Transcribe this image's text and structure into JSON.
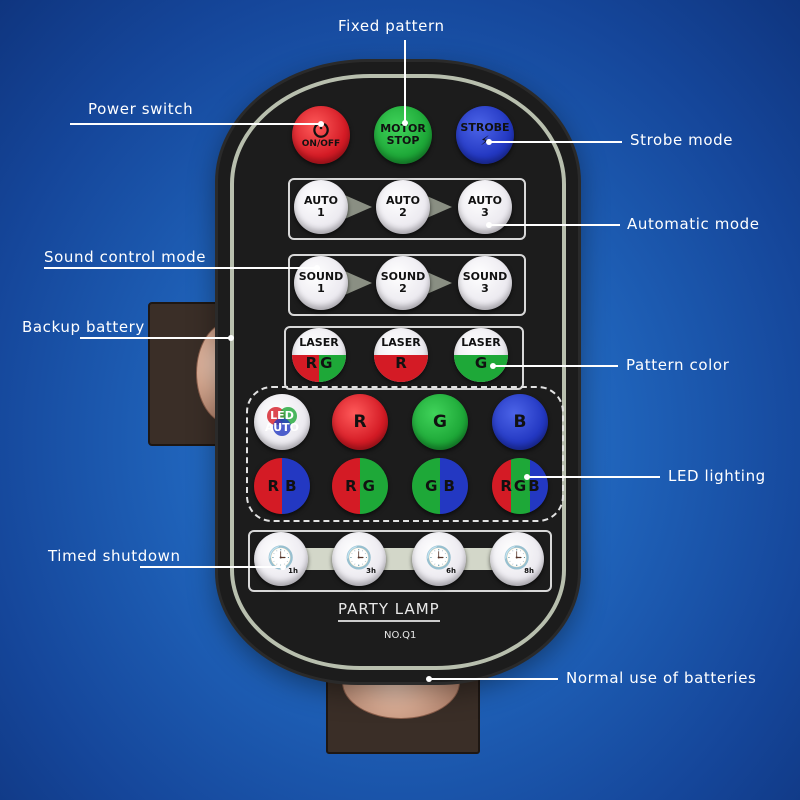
{
  "callouts": {
    "fixed_pattern": "Fixed pattern",
    "power_switch": "Power switch",
    "strobe_mode": "Strobe mode",
    "automatic_mode": "Automatic mode",
    "sound_control_mode": "Sound control mode",
    "backup_battery": "Backup battery",
    "pattern_color": "Pattern color",
    "led_lighting": "LED lighting",
    "timed_shutdown": "Timed shutdown",
    "normal_batteries": "Normal use of batteries"
  },
  "buttons": {
    "power": {
      "label": "ON/OFF",
      "icon": "power-icon"
    },
    "motor_stop": {
      "line1": "MOTOR",
      "line2": "STOP"
    },
    "strobe": {
      "label": "STROBE",
      "icon": "lightning-icon"
    },
    "auto": [
      {
        "line1": "AUTO",
        "line2": "1"
      },
      {
        "line1": "AUTO",
        "line2": "2"
      },
      {
        "line1": "AUTO",
        "line2": "3"
      }
    ],
    "sound": [
      {
        "line1": "SOUND",
        "line2": "1"
      },
      {
        "line1": "SOUND",
        "line2": "2"
      },
      {
        "line1": "SOUND",
        "line2": "3"
      }
    ],
    "laser": [
      {
        "top": "LASER",
        "a": "R",
        "b": "G"
      },
      {
        "top": "LASER",
        "a": "R"
      },
      {
        "top": "LASER",
        "a": "G"
      }
    ],
    "led_auto": {
      "line1": "LED",
      "line2": "AUTO"
    },
    "led_single": [
      "R",
      "G",
      "B"
    ],
    "led_dual": [
      {
        "a": "R",
        "b": "B"
      },
      {
        "a": "R",
        "b": "G"
      },
      {
        "a": "G",
        "b": "B"
      }
    ],
    "led_triple": {
      "a": "R",
      "b": "G",
      "c": "B"
    },
    "timers": [
      "1h",
      "3h",
      "6h",
      "8h"
    ]
  },
  "brand": {
    "name": "PARTY LAMP",
    "model": "NO.Q1"
  },
  "colors": {
    "red": "#d41b25",
    "green": "#1ea838",
    "blue": "#2338c2",
    "background": "#1f62b9"
  }
}
